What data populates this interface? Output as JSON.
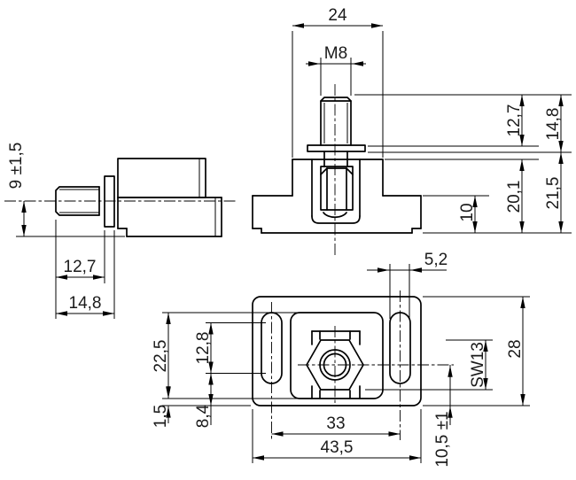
{
  "drawing": {
    "background": "#ffffff",
    "line_color": "#000000",
    "views": {
      "front": {
        "dims": {
          "block_width": "24",
          "thread": "M8",
          "stud_to_washer_top": "12,7",
          "stud_to_washer_bottom": "14,8",
          "body_height": "20,1",
          "overall_height": "21,5",
          "base_thickness": "10"
        }
      },
      "side": {
        "dims": {
          "axis_height": "9 ±1,5",
          "thread_length": "12,7",
          "stud_length": "14,8"
        }
      },
      "bottom": {
        "dims": {
          "slot_width": "5,2",
          "slot_zone_length": "22,5",
          "slot_length": "12,8",
          "rim_offset": "1,5",
          "slot_end_offset": "8,4",
          "slot_centers": "33",
          "plate_length": "43,5",
          "hole_to_edge": "10,5 ±1",
          "hex_wrench_size": "SW13",
          "plate_width": "28"
        }
      }
    }
  }
}
